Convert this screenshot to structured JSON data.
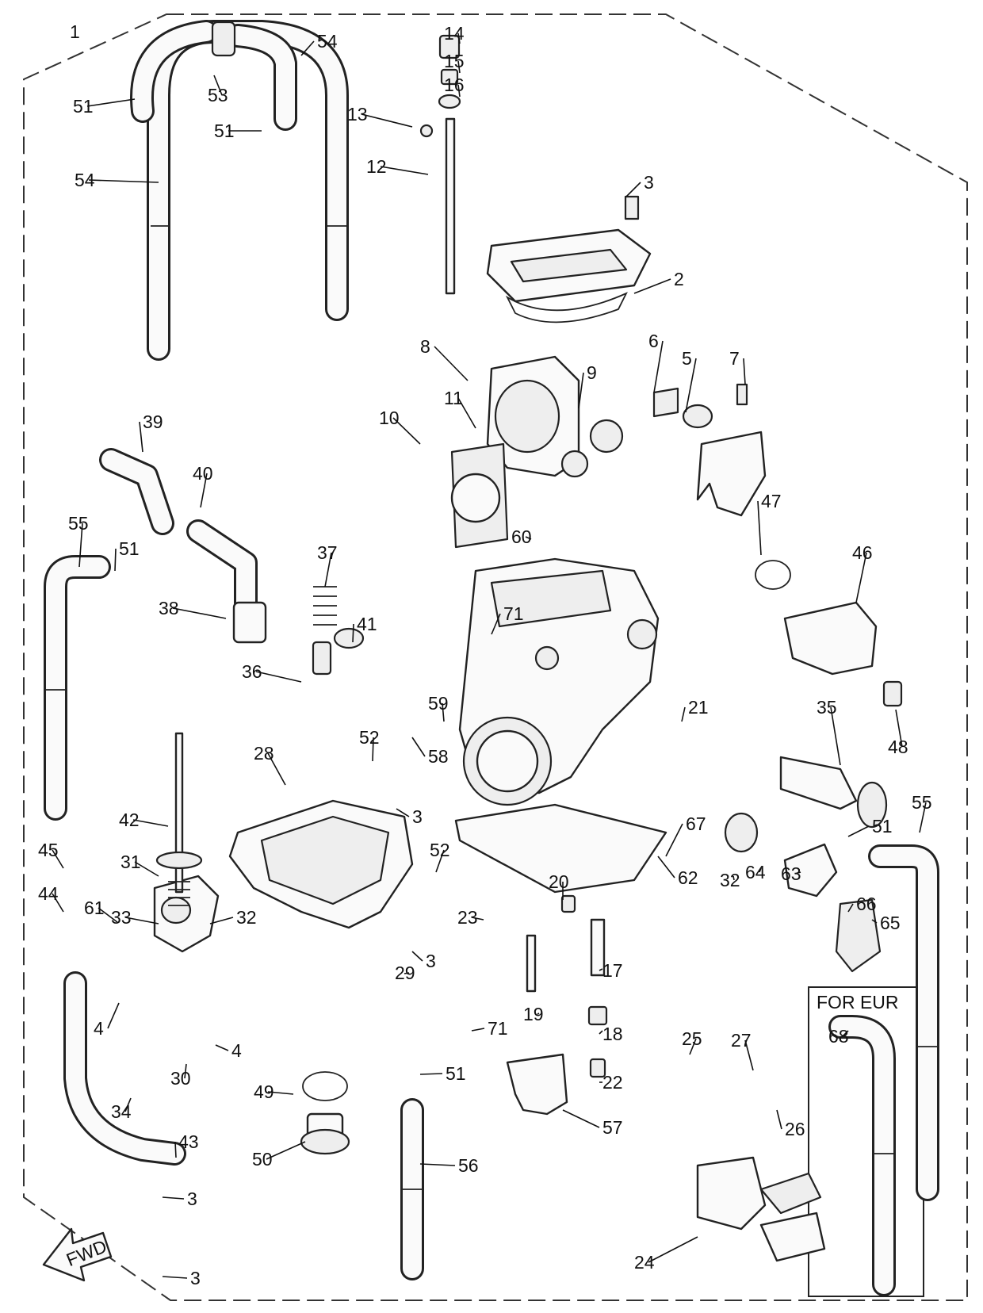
{
  "diagram": {
    "callout_numbers": [
      "1",
      "2",
      "3",
      "3",
      "3",
      "3",
      "3",
      "4",
      "4",
      "5",
      "6",
      "7",
      "8",
      "9",
      "10",
      "11",
      "12",
      "13",
      "14",
      "15",
      "16",
      "17",
      "18",
      "19",
      "20",
      "21",
      "22",
      "23",
      "24",
      "25",
      "26",
      "27",
      "28",
      "29",
      "30",
      "31",
      "32",
      "32",
      "33",
      "34",
      "35",
      "36",
      "37",
      "38",
      "39",
      "40",
      "41",
      "42",
      "43",
      "44",
      "45",
      "46",
      "47",
      "48",
      "49",
      "50",
      "51",
      "51",
      "51",
      "51",
      "51",
      "52",
      "52",
      "53",
      "54",
      "54",
      "55",
      "55",
      "56",
      "57",
      "58",
      "59",
      "60",
      "61",
      "62",
      "63",
      "64",
      "65",
      "66",
      "67",
      "68",
      "71",
      "71"
    ],
    "region_label": "FOR EUR",
    "direction_arrow": "FWD"
  }
}
